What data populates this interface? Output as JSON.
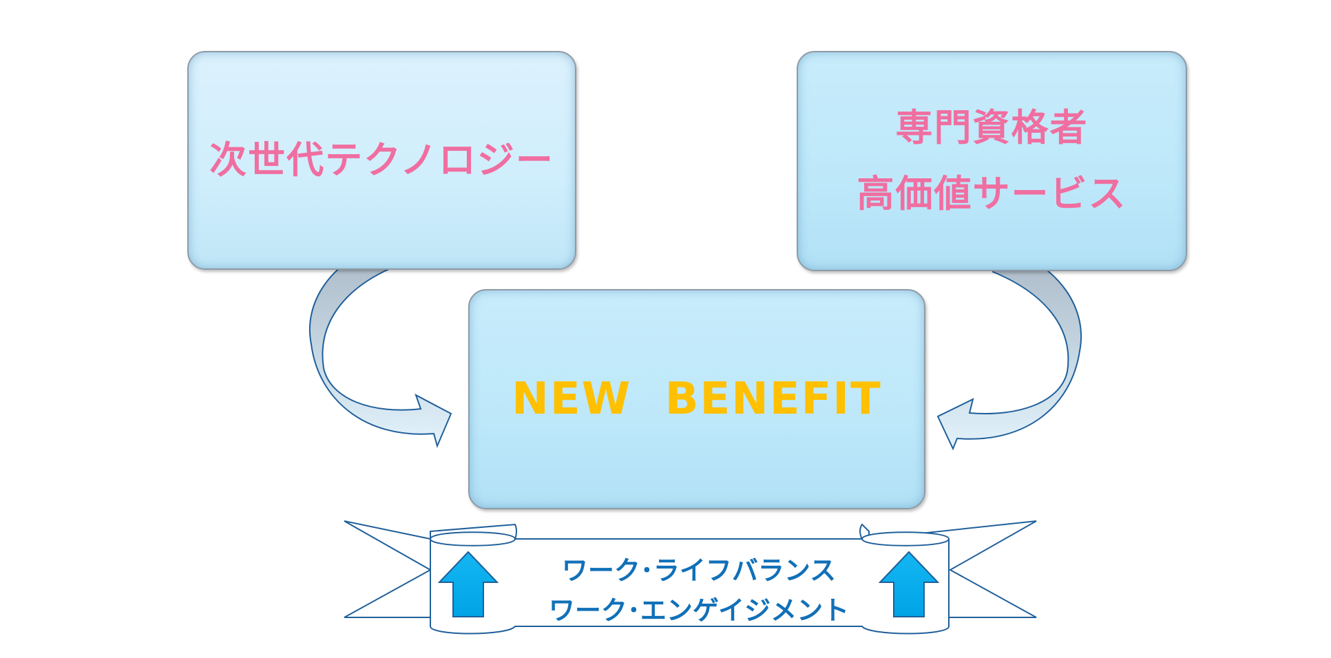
{
  "boxes": {
    "technology": {
      "label": "次世代テクノロジー"
    },
    "professional": {
      "line1": "専門資格者",
      "line2": "高価値サービス"
    },
    "benefit": {
      "label": "NEW  BENEFIT"
    }
  },
  "banner": {
    "line1": "ワーク･ライフバランス",
    "line2": "ワーク･エンゲイジメント"
  },
  "colors": {
    "box_fill": "#bde8fa",
    "pink_text": "#f06ea0",
    "benefit_text": "#ffc000",
    "banner_text": "#1170b8",
    "arrow_up": "#00b0f0",
    "outline": "#1f5f9a"
  },
  "icons": {
    "left_curved_arrow": "curved-arrow-right-icon",
    "right_curved_arrow": "curved-arrow-left-icon",
    "up_arrow": "up-arrow-icon"
  }
}
